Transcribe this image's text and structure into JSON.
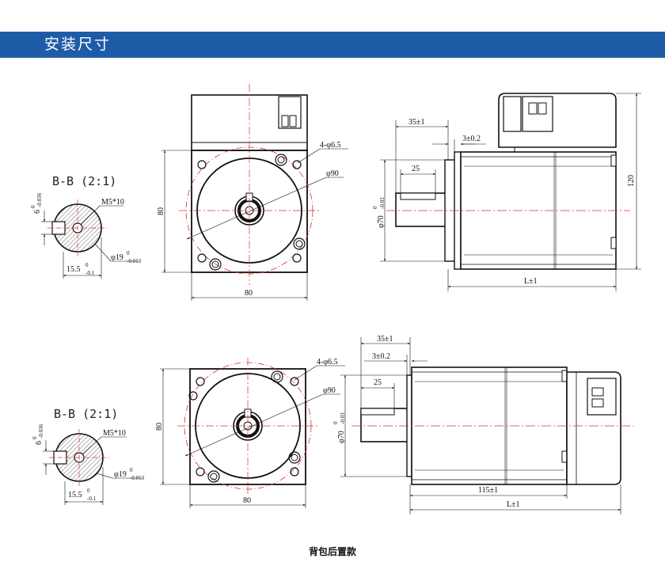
{
  "header": {
    "title": "安装尺寸"
  },
  "caption": "背包后置款",
  "top_variant": {
    "section_label": "B-B (2:1)",
    "keyway_height": "6",
    "keyway_height_tol_upper": "0",
    "keyway_height_tol_lower": "-0.036",
    "thread": "M5*10",
    "shaft_dia": "φ19",
    "shaft_dia_tol_upper": "0",
    "shaft_dia_tol_lower": "-0.013",
    "key_depth": "15.5",
    "key_depth_tol_upper": "0",
    "key_depth_tol_lower": "-0.1",
    "holes": "4-φ6.5",
    "pcd": "φ90",
    "flange_height": "80",
    "flange_width": "80",
    "shaft_length": "35±1",
    "flange_thickness": "3±0.2",
    "key_length": "25",
    "spigot_dia": "φ70",
    "spigot_tol_upper": "0",
    "spigot_tol_lower": "-0.03",
    "overall_height": "120",
    "body_length": "L±1"
  },
  "bottom_variant": {
    "section_label": "B-B (2:1)",
    "keyway_height": "6",
    "keyway_height_tol_upper": "0",
    "keyway_height_tol_lower": "-0.036",
    "thread": "M5*10",
    "shaft_dia": "φ19",
    "shaft_dia_tol_upper": "0",
    "shaft_dia_tol_lower": "-0.013",
    "key_depth": "15.5",
    "key_depth_tol_upper": "0",
    "key_depth_tol_lower": "-0.1",
    "holes": "4-φ6.5",
    "pcd": "φ90",
    "flange_height": "80",
    "flange_width": "80",
    "shaft_length": "35±1",
    "flange_thickness": "3±0.2",
    "key_length": "25",
    "spigot_dia": "φ70",
    "spigot_tol_upper": "0",
    "spigot_tol_lower": "-0.03",
    "motor_length": "115±1",
    "body_length": "L±1"
  }
}
